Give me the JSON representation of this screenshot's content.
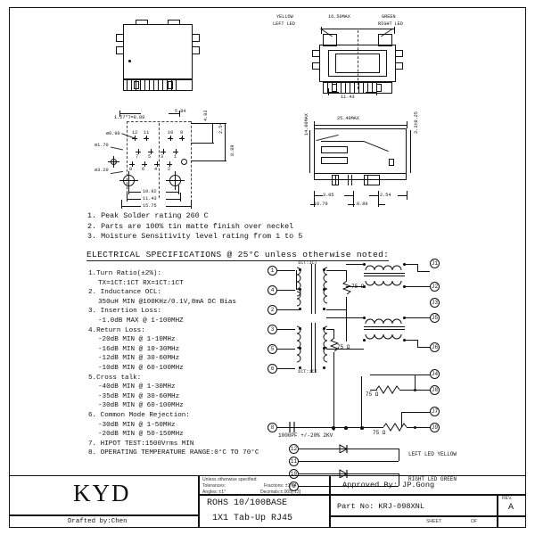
{
  "drawing": {
    "company": "KYD",
    "drafted_by": "Drafted by:Chen",
    "approved_by": "Approved By:  JP.Gong",
    "part_no": "Part No: KRJ-098XNL",
    "title_line1": "ROHS 10/100BASE",
    "title_line2": "1X1 Tab-Up RJ45",
    "rev_label": "REV.",
    "rev_value": "A",
    "sheet_label": "SHEET",
    "of_label": "OF",
    "tolerances": {
      "header": "Unless otherwise specified:",
      "line1_left": "Tolerances:",
      "line1_right": "Fractions: ±1/64",
      "line2_left": "Angles: ±1°",
      "line2_right": "Decimals:±.005[.13]"
    }
  },
  "notes": [
    "1. Peak Solder rating 260 C",
    "2. Parts are 100% tin matte finish over neckel",
    "3. Moisture Sensitivity level rating from 1 to 5"
  ],
  "espec_heading": "ELECTRICAL SPECIFICATIONS @ 25°C unless otherwise noted:",
  "espec": [
    {
      "text": "1.Turn Ratio(±2%):",
      "sub": false
    },
    {
      "text": "TX=1CT:1CT    RX=1CT:1CT",
      "sub": true
    },
    {
      "text": "2. Inductance OCL:",
      "sub": false
    },
    {
      "text": "350uH MIN @100KHz/0.1V,8mA DC Bias",
      "sub": true
    },
    {
      "text": "3. Insertion Loss:",
      "sub": false
    },
    {
      "text": "-1.0dB MAX @ 1-100MHZ",
      "sub": true
    },
    {
      "text": "4.Return Loss:",
      "sub": false
    },
    {
      "text": "-20dB MIN @ 1-10MHz",
      "sub": true
    },
    {
      "text": "-16dB MIN @ 10-30MHz",
      "sub": true
    },
    {
      "text": "-12dB MIN @ 30-60MHz",
      "sub": true
    },
    {
      "text": "-10dB MIN @ 60-100MHz",
      "sub": true
    },
    {
      "text": "5.Cross talk:",
      "sub": false
    },
    {
      "text": "-40dB MIN @ 1-30MHz",
      "sub": true
    },
    {
      "text": "-35dB MIN @ 30-60MHz",
      "sub": true
    },
    {
      "text": "-30dB MIN @ 60-100MHz",
      "sub": true
    },
    {
      "text": "6. Common Mode Rejection:",
      "sub": false
    },
    {
      "text": "-30dB MIN @ 1-50MHz",
      "sub": true
    },
    {
      "text": "-20dB MIN @ 50-150MHz",
      "sub": true
    },
    {
      "text": "7. HIPOT TEST:1500Vrms MIN",
      "sub": false
    },
    {
      "text": "8. OPERATING TEMPERATURE RANGE:0°C TO 70°C",
      "sub": false
    }
  ],
  "views": {
    "front_bottom": {
      "dims": {
        "pitch": "1.27*7=8.89",
        "d584": "5.84",
        "d483": "4.83",
        "d254": "2.54",
        "d889": "8.89",
        "d1092": "10.92",
        "d1143": "11.43",
        "d1575": "15.75",
        "hole_small": "ø0.90",
        "hole_med": "ø1.70",
        "hole_big": "ø3.20"
      },
      "pin_row_top": [
        "12",
        "11",
        "10",
        "9"
      ],
      "pin_row_mid": [
        "7",
        "5",
        "3",
        "1"
      ],
      "pin_row_bot": [
        "8",
        "6",
        "4",
        "2"
      ]
    },
    "top_view": {
      "led_left_color": "YELLOW",
      "led_left_label": "LEFT  LED",
      "led_right_color": "GREEN",
      "led_right_label": "RIGHT  LED",
      "width_max": "16.50MAX",
      "pitch": "11.43"
    },
    "side_view": {
      "length_max": "25.40MAX",
      "height_max": "14.00MAX",
      "h_tol": "3.3±0.25",
      "d305": "3.05",
      "d254": "2.54",
      "d1079": "10.79",
      "d889": "8.89"
    }
  },
  "schematic": {
    "xfmr_label_top": "1CT:1CT",
    "xfmr_label_bottom": "1CT:1CT",
    "left_pins": [
      "1",
      "4",
      "2",
      "3",
      "5",
      "6"
    ],
    "cap_pin": "8",
    "right_pins": [
      "J1",
      "J2",
      "J3",
      "J5",
      "J6",
      "J4",
      "J8",
      "J7",
      "J9"
    ],
    "resistors": [
      "75 Ω",
      "75 Ω",
      "75 Ω",
      "75 Ω"
    ],
    "cap_label": "1000PF +/-20% 2KV",
    "leds": [
      {
        "pin_anode": "12",
        "pin_cathode": "11",
        "label": "LEFT  LED YELLOW"
      },
      {
        "pin_anode": "10",
        "pin_cathode": "9",
        "label": "RIGHT  LED GREEN"
      }
    ]
  }
}
